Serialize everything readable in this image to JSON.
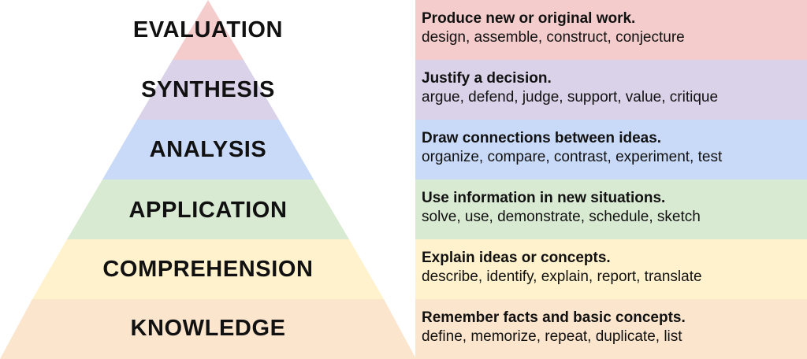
{
  "colors": {
    "evaluation": "#f4cccc",
    "synthesis": "#d9d2e9",
    "analysis": "#c9daf8",
    "application": "#d9ead3",
    "comprehension": "#fff2cc",
    "knowledge": "#fce5cd"
  },
  "levels": [
    {
      "label": "EVALUATION",
      "title": "Produce new or original work.",
      "verbs": "design, assemble, construct, conjecture"
    },
    {
      "label": "SYNTHESIS",
      "title": "Justify a decision.",
      "verbs": "argue, defend, judge, support, value, critique"
    },
    {
      "label": "ANALYSIS",
      "title": "Draw connections between ideas.",
      "verbs": "organize, compare, contrast, experiment, test"
    },
    {
      "label": "APPLICATION",
      "title": "Use information in new situations.",
      "verbs": "solve, use, demonstrate, schedule, sketch"
    },
    {
      "label": "COMPREHENSION",
      "title": "Explain ideas or concepts.",
      "verbs": "describe, identify, explain, report, translate"
    },
    {
      "label": "KNOWLEDGE",
      "title": "Remember facts and basic concepts.",
      "verbs": "define, memorize, repeat, duplicate, list"
    }
  ]
}
